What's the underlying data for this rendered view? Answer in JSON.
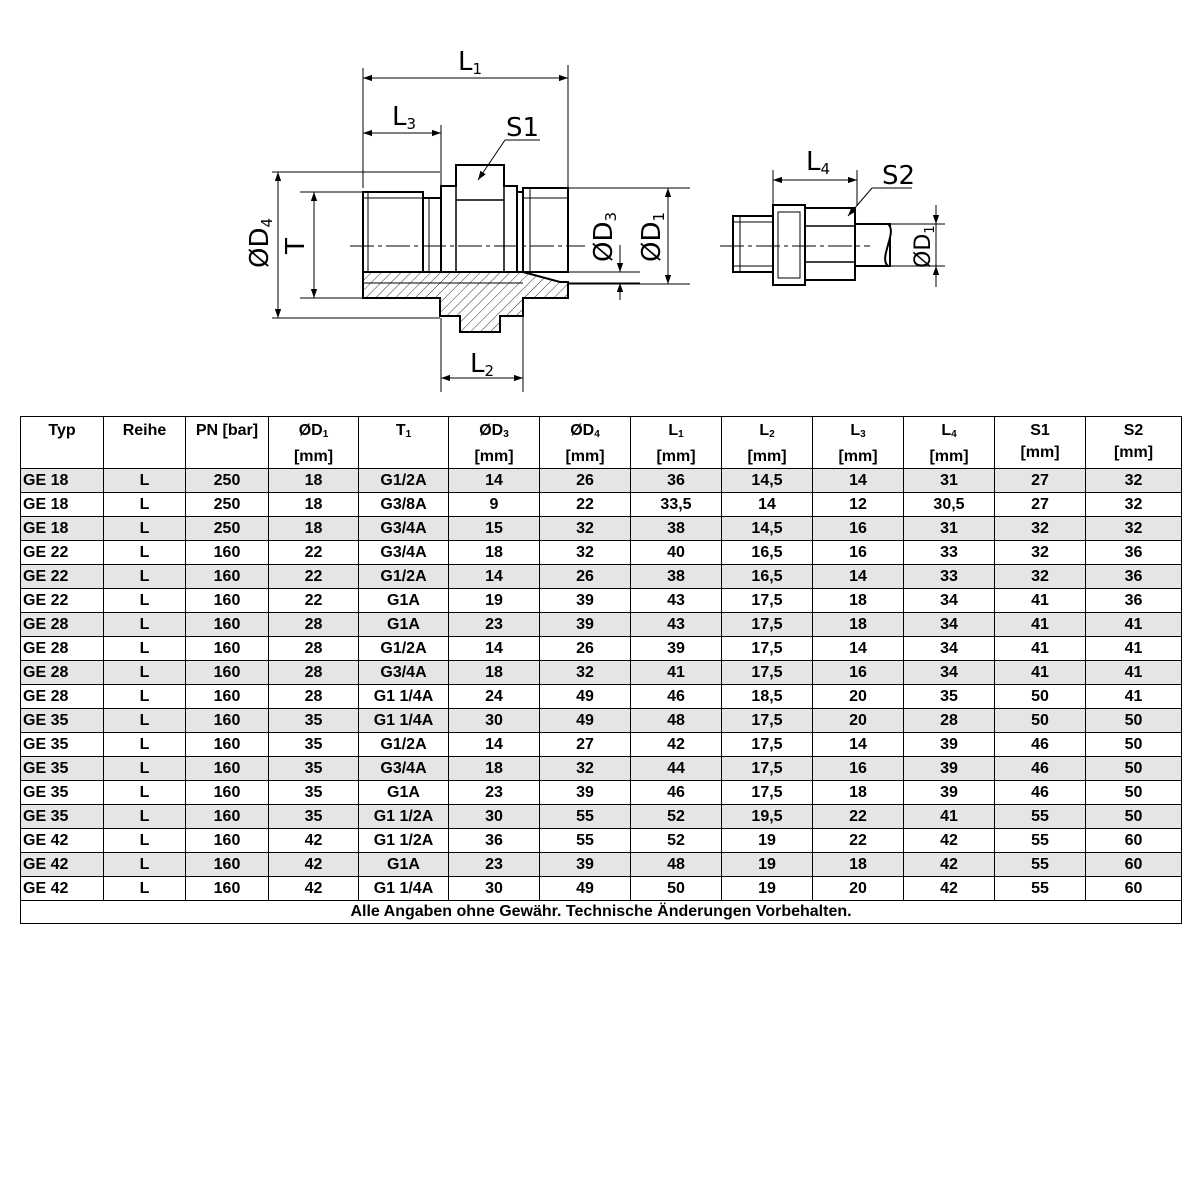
{
  "drawing": {
    "labels": {
      "l1": "L",
      "l1_sub": "1",
      "l2": "L",
      "l2_sub": "2",
      "l3": "L",
      "l3_sub": "3",
      "l4": "L",
      "l4_sub": "4",
      "s1": "S1",
      "s2": "S2",
      "d4": "ØD",
      "d4_sub": "4",
      "t": "T",
      "d3": "ØD",
      "d3_sub": "3",
      "d1": "ØD",
      "d1_sub": "1",
      "d1b": "ØD",
      "d1b_sub": "1"
    }
  },
  "table": {
    "headers": [
      {
        "main": "Typ",
        "sub": "",
        "unit": ""
      },
      {
        "main": "Reihe",
        "sub": "",
        "unit": ""
      },
      {
        "main": "PN [bar]",
        "sub": "",
        "unit": ""
      },
      {
        "main": "ØD",
        "sub": "1",
        "unit": "[mm]"
      },
      {
        "main": "T",
        "sub": "1",
        "unit": ""
      },
      {
        "main": "ØD",
        "sub": "3",
        "unit": "[mm]"
      },
      {
        "main": "ØD",
        "sub": "4",
        "unit": "[mm]"
      },
      {
        "main": "L",
        "sub": "1",
        "unit": "[mm]"
      },
      {
        "main": "L",
        "sub": "2",
        "unit": "[mm]"
      },
      {
        "main": "L",
        "sub": "3",
        "unit": "[mm]"
      },
      {
        "main": "L",
        "sub": "4",
        "unit": "[mm]"
      },
      {
        "main": "S1",
        "sub": "",
        "unit": "[mm]"
      },
      {
        "main": "S2",
        "sub": "",
        "unit": "[mm]"
      }
    ],
    "rows": [
      [
        "GE 18",
        "L",
        "250",
        "18",
        "G1/2A",
        "14",
        "26",
        "36",
        "14,5",
        "14",
        "31",
        "27",
        "32"
      ],
      [
        "GE 18",
        "L",
        "250",
        "18",
        "G3/8A",
        "9",
        "22",
        "33,5",
        "14",
        "12",
        "30,5",
        "27",
        "32"
      ],
      [
        "GE 18",
        "L",
        "250",
        "18",
        "G3/4A",
        "15",
        "32",
        "38",
        "14,5",
        "16",
        "31",
        "32",
        "32"
      ],
      [
        "GE 22",
        "L",
        "160",
        "22",
        "G3/4A",
        "18",
        "32",
        "40",
        "16,5",
        "16",
        "33",
        "32",
        "36"
      ],
      [
        "GE 22",
        "L",
        "160",
        "22",
        "G1/2A",
        "14",
        "26",
        "38",
        "16,5",
        "14",
        "33",
        "32",
        "36"
      ],
      [
        "GE 22",
        "L",
        "160",
        "22",
        "G1A",
        "19",
        "39",
        "43",
        "17,5",
        "18",
        "34",
        "41",
        "36"
      ],
      [
        "GE 28",
        "L",
        "160",
        "28",
        "G1A",
        "23",
        "39",
        "43",
        "17,5",
        "18",
        "34",
        "41",
        "41"
      ],
      [
        "GE 28",
        "L",
        "160",
        "28",
        "G1/2A",
        "14",
        "26",
        "39",
        "17,5",
        "14",
        "34",
        "41",
        "41"
      ],
      [
        "GE 28",
        "L",
        "160",
        "28",
        "G3/4A",
        "18",
        "32",
        "41",
        "17,5",
        "16",
        "34",
        "41",
        "41"
      ],
      [
        "GE 28",
        "L",
        "160",
        "28",
        "G1 1/4A",
        "24",
        "49",
        "46",
        "18,5",
        "20",
        "35",
        "50",
        "41"
      ],
      [
        "GE 35",
        "L",
        "160",
        "35",
        "G1 1/4A",
        "30",
        "49",
        "48",
        "17,5",
        "20",
        "28",
        "50",
        "50"
      ],
      [
        "GE 35",
        "L",
        "160",
        "35",
        "G1/2A",
        "14",
        "27",
        "42",
        "17,5",
        "14",
        "39",
        "46",
        "50"
      ],
      [
        "GE 35",
        "L",
        "160",
        "35",
        "G3/4A",
        "18",
        "32",
        "44",
        "17,5",
        "16",
        "39",
        "46",
        "50"
      ],
      [
        "GE 35",
        "L",
        "160",
        "35",
        "G1A",
        "23",
        "39",
        "46",
        "17,5",
        "18",
        "39",
        "46",
        "50"
      ],
      [
        "GE 35",
        "L",
        "160",
        "35",
        "G1 1/2A",
        "30",
        "55",
        "52",
        "19,5",
        "22",
        "41",
        "55",
        "50"
      ],
      [
        "GE 42",
        "L",
        "160",
        "42",
        "G1 1/2A",
        "36",
        "55",
        "52",
        "19",
        "22",
        "42",
        "55",
        "60"
      ],
      [
        "GE 42",
        "L",
        "160",
        "42",
        "G1A",
        "23",
        "39",
        "48",
        "19",
        "18",
        "42",
        "55",
        "60"
      ],
      [
        "GE 42",
        "L",
        "160",
        "42",
        "G1 1/4A",
        "30",
        "49",
        "50",
        "19",
        "20",
        "42",
        "55",
        "60"
      ]
    ],
    "footer": "Alle Angaben ohne Gewähr. Technische Änderungen Vorbehalten."
  }
}
